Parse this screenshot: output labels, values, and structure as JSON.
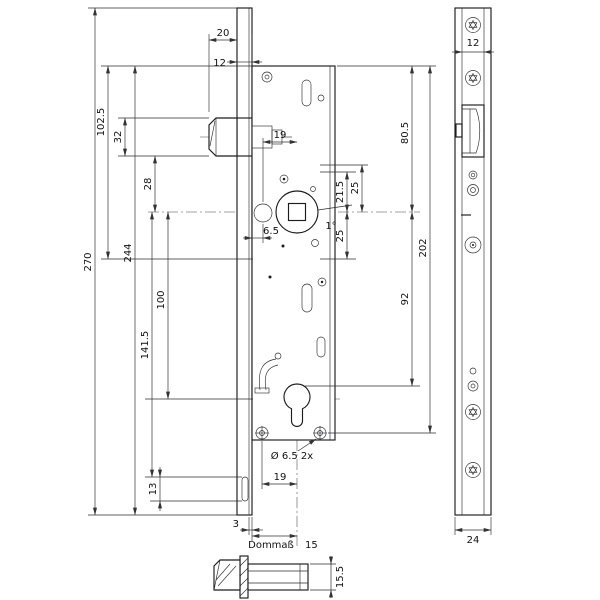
{
  "drawing": {
    "name": "Mortise lock technical drawing",
    "icons": {
      "screws": "torx-screw-icon",
      "fixing_holes": "crosshair-hole-icon"
    },
    "labels": {
      "total_height": "270",
      "case_height": "244",
      "top_to_lower_lever": "102.5",
      "latch_height": "32",
      "latch_to_follower": "28",
      "follower_to_cylinder": "100",
      "follower_to_bottom_slot": "141.5",
      "bottom_slot_height": "13",
      "latch_projection": "20",
      "faceplate_depth": "12",
      "hole_to_axis": "19",
      "lever_up_inner": "21.5",
      "lever_up_outer": "25",
      "lever_down": "25",
      "case_edge_offset": "6.5",
      "follower_angle": "1°",
      "case_top_to_follower": "80.5",
      "case_top_to_screws": "202",
      "follower_to_cylinder_top": "92",
      "screw_hole_note": "Ø 6.5 2x",
      "screw_to_axis": "19",
      "plate_gap": "3",
      "backset_label": "Dommaß",
      "backset_value": "15",
      "strip_inner_width": "12",
      "strip_width": "24",
      "latch_depth": "15.5"
    }
  }
}
